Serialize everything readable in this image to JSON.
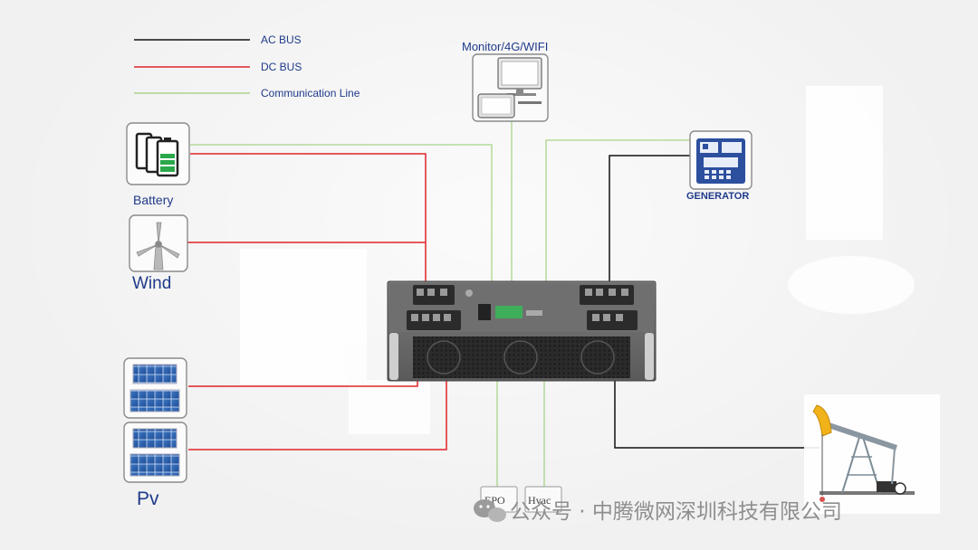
{
  "legend": {
    "ac_bus": {
      "label": "AC BUS",
      "color": "#111111"
    },
    "dc_bus": {
      "label": "DC BUS",
      "color": "#e0242a"
    },
    "comm": {
      "label": "Communication Line",
      "color": "#a9d48a"
    }
  },
  "devices": {
    "monitor": {
      "label": "Monitor/4G/WIFI",
      "icon": "monitor-tablet-icon"
    },
    "battery": {
      "label": "Battery",
      "icon": "battery-icon"
    },
    "wind": {
      "label": "Wind",
      "icon": "wind-turbine-icon"
    },
    "generator": {
      "label": "GENERATOR",
      "icon": "generator-icon"
    },
    "pv": {
      "label": "Pv",
      "icon": "solar-panel-icon"
    },
    "epo": {
      "label": "EPO"
    },
    "hvac": {
      "label": "Hvac"
    },
    "load": {
      "icon": "oil-pump-jack-icon"
    },
    "controller": {
      "icon": "rack-controller-icon"
    }
  },
  "watermark": {
    "text": "公众号 · 中腾微网深圳科技有限公司",
    "icon": "wechat-icon"
  }
}
